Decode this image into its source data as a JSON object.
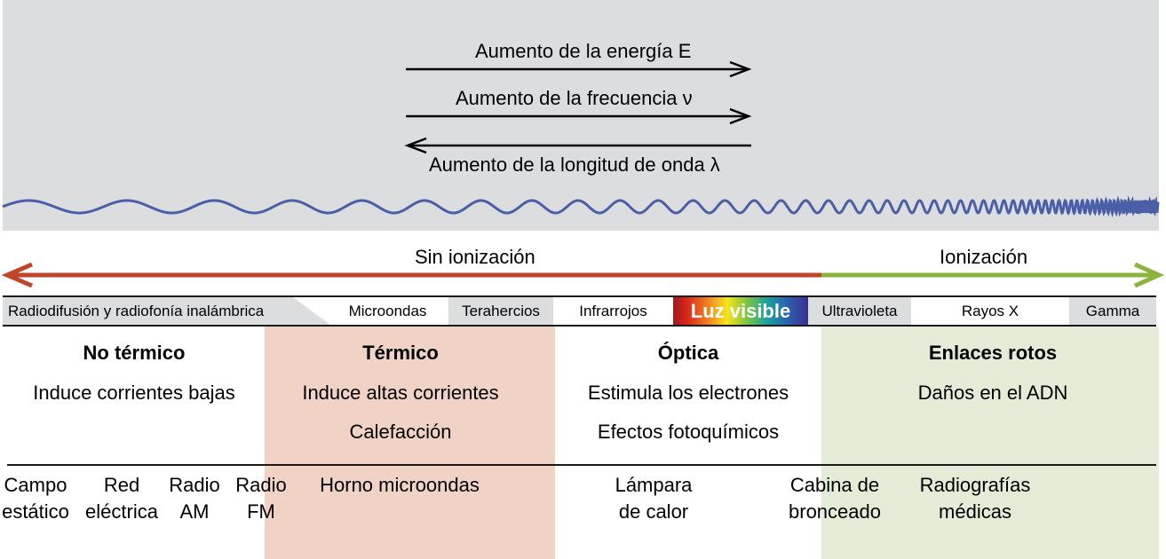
{
  "arrows": {
    "energy": "Aumento de la energía E",
    "frequency": "Aumento de la frecuencia ν",
    "wavelength": "Aumento de la longitud de onda λ"
  },
  "ionization": {
    "non_ionizing": "Sin ionización",
    "ionizing": "Ionización",
    "colors": {
      "non_ionizing": "#c0462b",
      "ionizing": "#8cb43c"
    }
  },
  "bands": [
    {
      "label": "Radiodifusión y radiofonía inalámbrica"
    },
    {
      "label": "Microondas"
    },
    {
      "label": "Terahercios"
    },
    {
      "label": "Infrarrojos"
    },
    {
      "label": "Luz visible"
    },
    {
      "label": "Ultravioleta"
    },
    {
      "label": "Rayos X"
    },
    {
      "label": "Gamma"
    }
  ],
  "effects": [
    {
      "title": "No térmico",
      "lines": [
        "Induce corrientes bajas"
      ]
    },
    {
      "title": "Térmico",
      "lines": [
        "Induce altas corrientes",
        "Calefacción"
      ]
    },
    {
      "title": "Óptica",
      "lines": [
        "Estimula los electrones",
        "Efectos fotoquímicos"
      ]
    },
    {
      "title": "Enlaces rotos",
      "lines": [
        "Daños en el ADN"
      ]
    }
  ],
  "examples": [
    {
      "line1": "Campo",
      "line2": "estático"
    },
    {
      "line1": "Red",
      "line2": "eléctrica"
    },
    {
      "line1": "Radio",
      "line2": "AM"
    },
    {
      "line1": "Radio",
      "line2": "FM"
    },
    {
      "line1": "Horno microondas",
      "line2": ""
    },
    {
      "line1": "Lámpara",
      "line2": "de calor"
    },
    {
      "line1": "Cabina de",
      "line2": "bronceado"
    },
    {
      "line1": "Radiografías",
      "line2": "médicas"
    }
  ],
  "colors": {
    "panel_bg": "#dcdddf",
    "wave": "#4a5fa8",
    "thermal_region": "#f0d3c5",
    "ionizing_region": "#e4ebd6"
  }
}
